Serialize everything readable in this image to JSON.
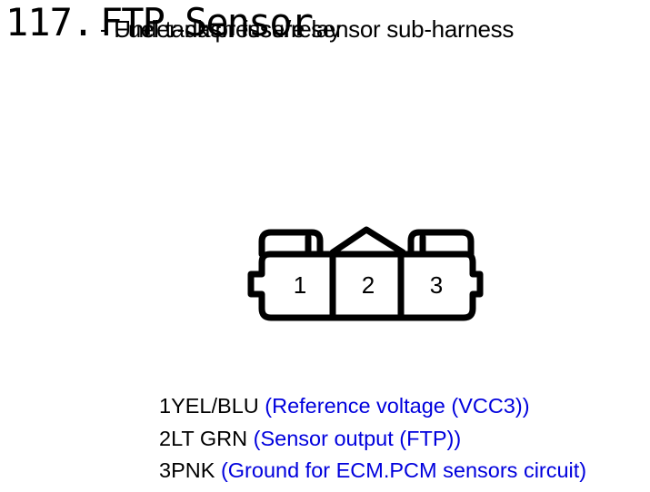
{
  "header": {
    "number": "117.",
    "name": "FTP Sensor",
    "subtitle_a": "- Under-dash fuse/relay",
    "subtitle_b": "- Fuel tank pressure sensor sub-harness"
  },
  "connector": {
    "pins": [
      "1",
      "2",
      "3"
    ]
  },
  "pin_table": [
    {
      "pin": "1",
      "wire": "YEL/BLU",
      "description": "(Reference voltage (VCC3))"
    },
    {
      "pin": "2",
      "wire": "LT GRN",
      "description": "(Sensor output (FTP))"
    },
    {
      "pin": "3",
      "wire": "PNK",
      "description": "(Ground for ECM.PCM sensors circuit)"
    }
  ],
  "colors": {
    "description_text": "#0000dd",
    "outline": "#000000"
  }
}
